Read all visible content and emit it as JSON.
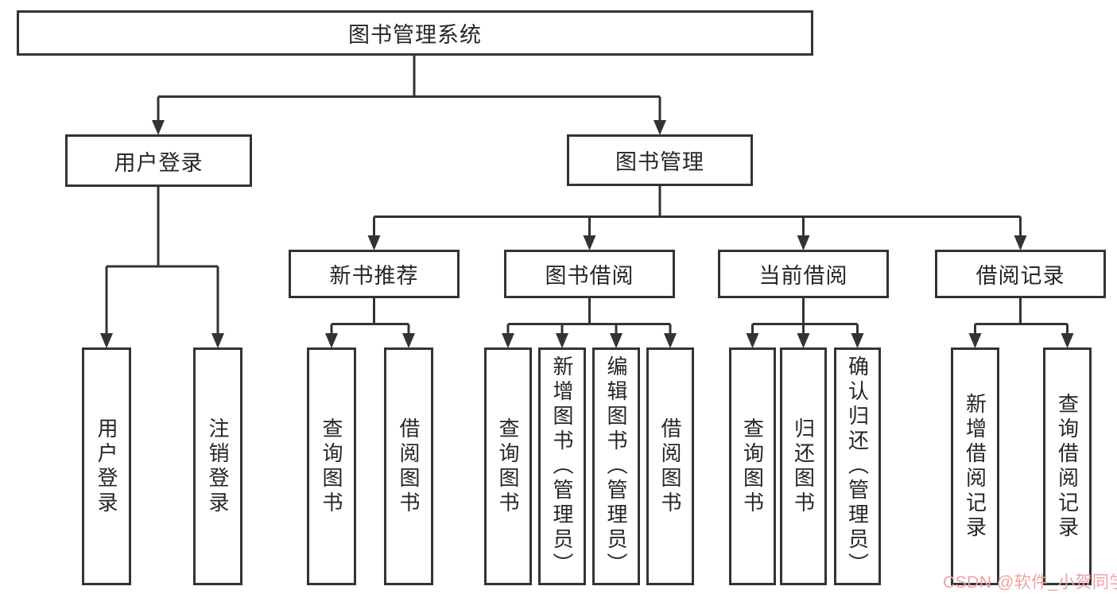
{
  "diagram": {
    "title": "图书管理系统",
    "line_color": "#333333",
    "nodes": {
      "root": "图书管理系统",
      "login": "用户登录",
      "mgmt": "图书管理",
      "rec": "新书推荐",
      "borrow": "图书借阅",
      "current": "当前借阅",
      "records": "借阅记录",
      "login_user": "用户登录",
      "login_out": "注销登录",
      "rec_query": "查询图书",
      "rec_borrow": "借阅图书",
      "borrow_query": "查询图书",
      "borrow_add": "新增图书（管理员）",
      "borrow_edit": "编辑图书（管理员）",
      "borrow_do": "借阅图书",
      "current_query": "查询图书",
      "current_return": "归还图书",
      "current_confirm": "确认归还（管理员）",
      "records_add": "新增借阅记录",
      "records_query": "查询借阅记录"
    },
    "hierarchy": {
      "root": [
        "login",
        "mgmt"
      ],
      "login": [
        "login_user",
        "login_out"
      ],
      "mgmt": [
        "rec",
        "borrow",
        "current",
        "records"
      ],
      "rec": [
        "rec_query",
        "rec_borrow"
      ],
      "borrow": [
        "borrow_query",
        "borrow_add",
        "borrow_edit",
        "borrow_do"
      ],
      "current": [
        "current_query",
        "current_return",
        "current_confirm"
      ],
      "records": [
        "records_add",
        "records_query"
      ]
    }
  },
  "watermark": {
    "text": "CSDN @软件_小贺同学",
    "color": "#f0a2a0"
  }
}
